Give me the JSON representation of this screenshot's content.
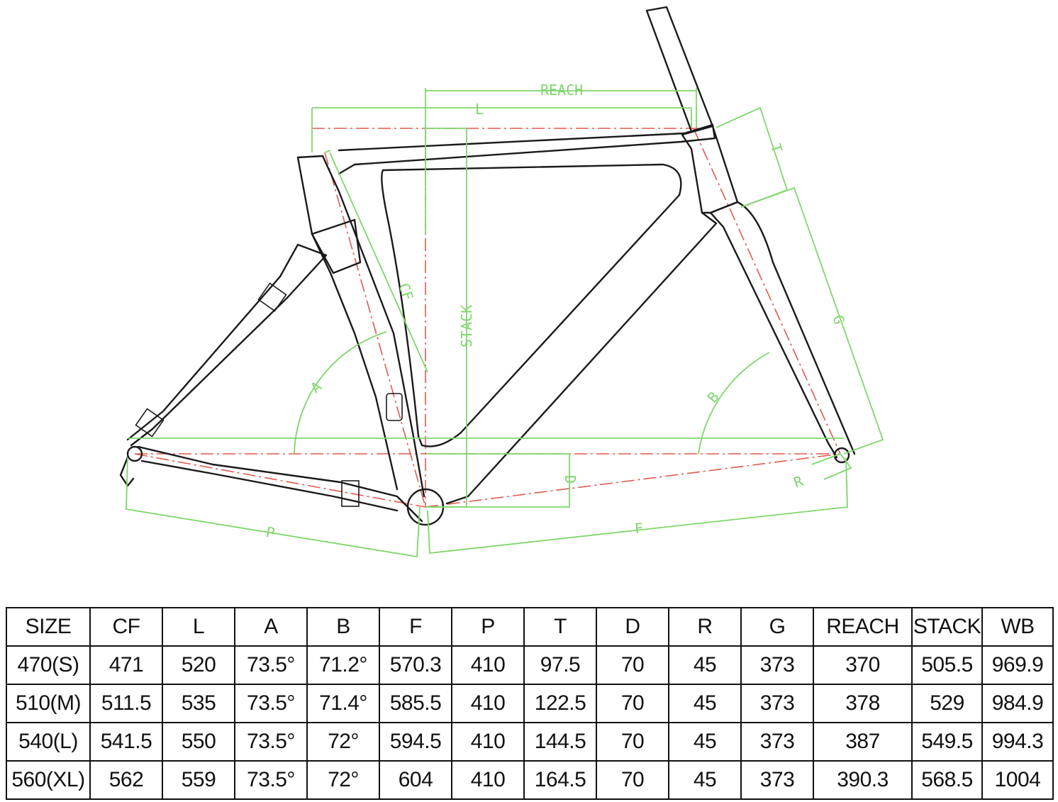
{
  "diagram": {
    "labels": {
      "reach": "REACH",
      "l": "L",
      "t": "T",
      "cf": "CF",
      "stack": "STACK",
      "g": "G",
      "a": "A",
      "b": "B",
      "d": "D",
      "r": "R",
      "p": "P",
      "f": "F"
    },
    "colors": {
      "dimension": "#7fd66b",
      "centerline": "#e05a4f",
      "frame": "#1a1a1a"
    }
  },
  "table": {
    "headers": [
      "SIZE",
      "CF",
      "L",
      "A",
      "B",
      "F",
      "P",
      "T",
      "D",
      "R",
      "G",
      "REACH",
      "STACK",
      "WB"
    ],
    "rows": [
      [
        "470(S)",
        "471",
        "520",
        "73.5°",
        "71.2°",
        "570.3",
        "410",
        "97.5",
        "70",
        "45",
        "373",
        "370",
        "505.5",
        "969.9"
      ],
      [
        "510(M)",
        "511.5",
        "535",
        "73.5°",
        "71.4°",
        "585.5",
        "410",
        "122.5",
        "70",
        "45",
        "373",
        "378",
        "529",
        "984.9"
      ],
      [
        "540(L)",
        "541.5",
        "550",
        "73.5°",
        "72°",
        "594.5",
        "410",
        "144.5",
        "70",
        "45",
        "373",
        "387",
        "549.5",
        "994.3"
      ],
      [
        "560(XL)",
        "562",
        "559",
        "73.5°",
        "72°",
        "604",
        "410",
        "164.5",
        "70",
        "45",
        "373",
        "390.3",
        "568.5",
        "1004"
      ]
    ]
  }
}
